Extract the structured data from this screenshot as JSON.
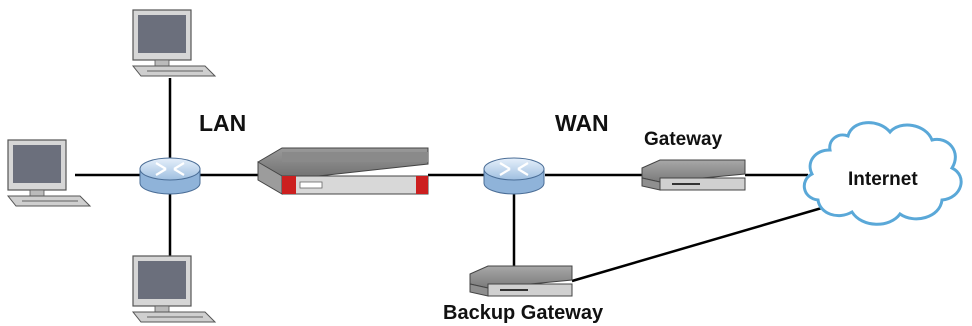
{
  "labels": {
    "lan": "LAN",
    "wan": "WAN",
    "gateway": "Gateway",
    "backup_gateway": "Backup Gateway",
    "internet": "Internet"
  },
  "colors": {
    "line": "#000000",
    "monitor_frame": "#d4d4d4",
    "monitor_screen": "#6b6f7c",
    "router_body": "#b9d3ee",
    "router_top": "#dfecfa",
    "firewall_body": "#c0c0c0",
    "firewall_accent": "#cc1f1f",
    "modem_body": "#c8c8c8",
    "cloud_fill": "#ffffff",
    "cloud_stroke": "#5aa8d8"
  },
  "nodes": [
    {
      "name": "computer-top",
      "icon": "computer-icon"
    },
    {
      "name": "computer-left",
      "icon": "computer-icon"
    },
    {
      "name": "computer-bottom",
      "icon": "computer-icon"
    },
    {
      "name": "lan-switch",
      "icon": "router-icon"
    },
    {
      "name": "firewall-device",
      "icon": "firewall-icon"
    },
    {
      "name": "wan-switch",
      "icon": "router-icon"
    },
    {
      "name": "gateway-modem",
      "icon": "modem-icon"
    },
    {
      "name": "backup-gateway-modem",
      "icon": "modem-icon"
    },
    {
      "name": "internet-cloud",
      "icon": "cloud-icon"
    }
  ]
}
